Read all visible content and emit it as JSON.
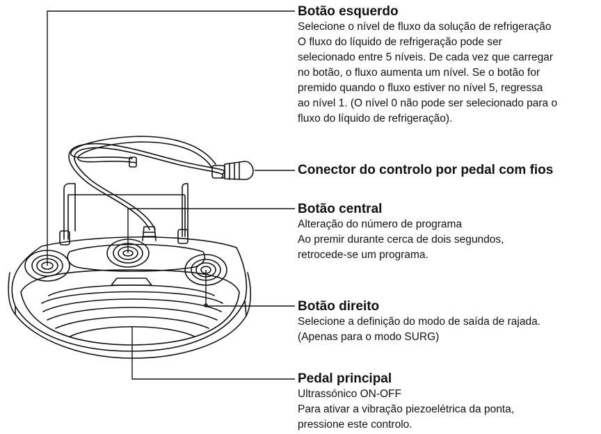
{
  "callouts": {
    "left_button": {
      "title": "Botão esquerdo",
      "lines": [
        "Selecione o nível de fluxo da solução de refrigeração",
        "O fluxo do líquido de refrigeração pode ser",
        "selecionado entre 5 níveis. De cada vez que carregar",
        "no botão, o fluxo aumenta um nível. Se o botão for",
        "premido quando o fluxo estiver no nível 5, regressa",
        "ao nível 1. (O nível 0 não pode ser selecionado para o",
        "fluxo do líquido de refrigeração)."
      ]
    },
    "connector": {
      "title": "Conector do controlo por pedal com fios"
    },
    "center_button": {
      "title": "Botão central",
      "lines": [
        "Alteração do número de programa",
        "Ao premir durante cerca de dois segundos,",
        "retrocede-se um programa."
      ]
    },
    "right_button": {
      "title": "Botão direito",
      "lines": [
        "Selecione a definição do modo de saída de rajada.",
        "(Apenas para o modo SURG)"
      ]
    },
    "main_pedal": {
      "title": "Pedal principal",
      "lines": [
        "Ultrassónico ON-OFF",
        "Para ativar a vibração piezoelétrica da ponta,",
        "pressione este controlo."
      ]
    }
  },
  "colors": {
    "line": "#111111",
    "text": "#111111",
    "background": "#ffffff"
  }
}
